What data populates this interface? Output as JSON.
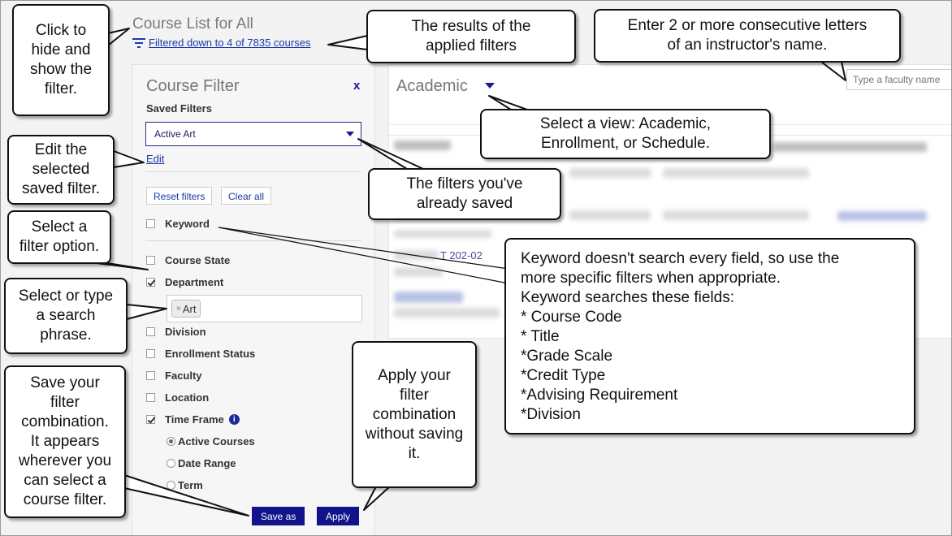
{
  "page": {
    "title": "Course List for All",
    "filtered_text": "Filtered down to 4 of 7835 courses"
  },
  "panel": {
    "title": "Course Filter",
    "close": "x",
    "saved_label": "Saved Filters",
    "saved_value": "Active Art",
    "edit": "Edit",
    "reset": "Reset filters",
    "clear": "Clear all",
    "options": {
      "keyword": "Keyword",
      "course_state": "Course State",
      "department": "Department",
      "division": "Division",
      "enrollment": "Enrollment Status",
      "faculty": "Faculty",
      "location": "Location",
      "time_frame": "Time Frame"
    },
    "department_tag": "Art",
    "department_tag_remove": "×",
    "time_frame_info": "i",
    "radios": {
      "active": "Active Courses",
      "date_range": "Date Range",
      "term": "Term"
    },
    "save_as": "Save as",
    "apply": "Apply"
  },
  "results": {
    "view": "Academic",
    "faculty_placeholder": "Type a faculty name",
    "course_fragment": "T 202-02"
  },
  "callouts": {
    "hide_show": "Click to\nhide and\nshow the\nfilter.",
    "results_note": "The results of the\napplied filters",
    "instructor": "Enter 2 or more consecutive letters\nof an instructor's name.",
    "edit_note": "Edit the\nselected\nsaved filter.",
    "select_view": "Select a view: Academic,\nEnrollment, or Schedule.",
    "saved_note": "The filters you've\nalready saved",
    "select_option": "Select a\nfilter option.",
    "keyword_note": "Keyword doesn't search every field, so use the\nmore specific filters when appropriate.\nKeyword searches these fields:\n* Course Code\n* Title\n*Grade Scale\n*Credit Type\n*Advising Requirement\n*Division",
    "search_phrase": "Select or type\na search\nphrase.",
    "save_note": "Save your\nfilter\ncombination.\nIt appears\nwherever you\ncan select a\ncourse filter.",
    "apply_note": "Apply your\nfilter\ncombination\nwithout saving\nit."
  }
}
